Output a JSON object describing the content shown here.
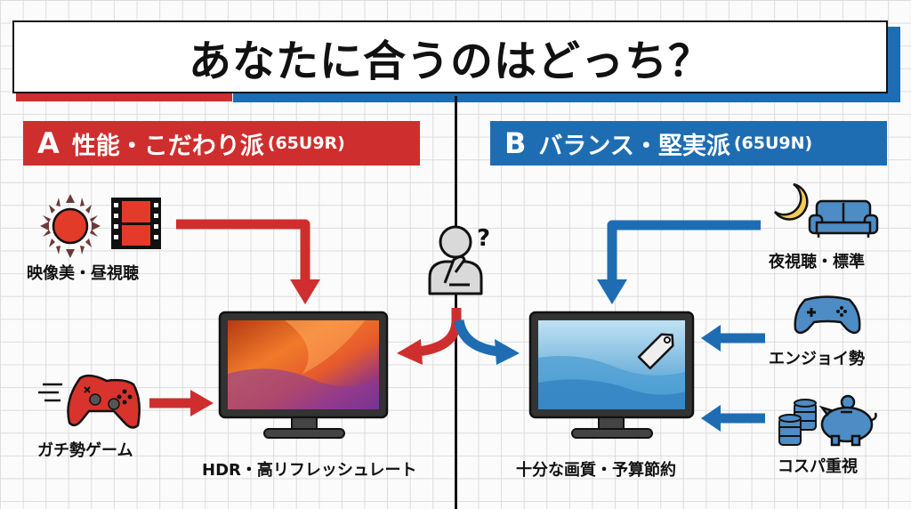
{
  "title": "あなたに合うのはどっち？",
  "colors": {
    "red": "#cf2e2e",
    "blue": "#1e6db3",
    "dark": "#111111"
  },
  "option_a": {
    "letter": "A",
    "name": "性能・こだわり派",
    "model": "(65U9R)",
    "factors": [
      {
        "label": "映像美・昼視聴",
        "icons": [
          "sun-icon",
          "film-icon"
        ]
      },
      {
        "label": "ガチ勢ゲーム",
        "icons": [
          "gamepad-icon"
        ]
      }
    ],
    "tv_caption": "HDR・高リフレッシュレート"
  },
  "option_b": {
    "letter": "B",
    "name": "バランス・堅実派",
    "model": "(65U9N)",
    "factors": [
      {
        "label": "夜視聴・標準",
        "icons": [
          "moon-icon",
          "sofa-icon"
        ]
      },
      {
        "label": "エンジョイ勢",
        "icons": [
          "gamepad-icon"
        ]
      },
      {
        "label": "コスパ重視",
        "icons": [
          "coins-icon",
          "piggy-bank-icon"
        ]
      }
    ],
    "tv_caption": "十分な画質・予算節約"
  },
  "center": {
    "icon": "thinking-person-icon",
    "question_mark": "?"
  }
}
